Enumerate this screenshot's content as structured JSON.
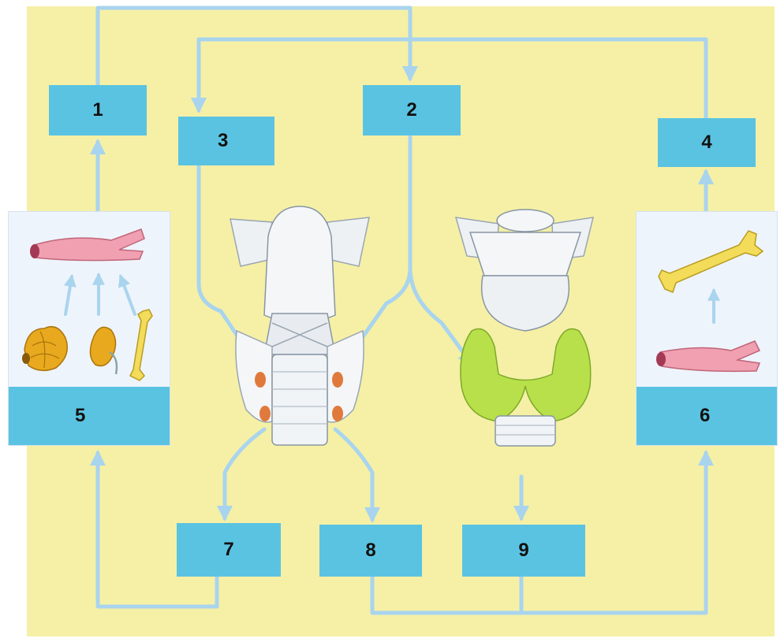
{
  "diagram": {
    "colors": {
      "background": "#f5f0a6",
      "box_fill": "#5bc3e2",
      "arrow": "#a9d4ee",
      "panel_fill": "#eef4fb",
      "vessel": "#f0a0b0",
      "bone": "#f2dc5a",
      "gland_green": "#b7e04a",
      "parathyroid": "#e07a3c"
    },
    "boxes": {
      "b1": "1",
      "b2": "2",
      "b3": "3",
      "b4": "4",
      "b5": "5",
      "b6": "6",
      "b7": "7",
      "b8": "8",
      "b9": "9"
    },
    "illustrations": {
      "left_panel": [
        "blood-vessel",
        "intestine",
        "kidney",
        "bone"
      ],
      "right_panel": [
        "bone",
        "blood-vessel"
      ],
      "center": [
        "larynx-posterior-with-parathyroid-glands",
        "larynx-anterior-with-thyroid-gland"
      ]
    }
  }
}
